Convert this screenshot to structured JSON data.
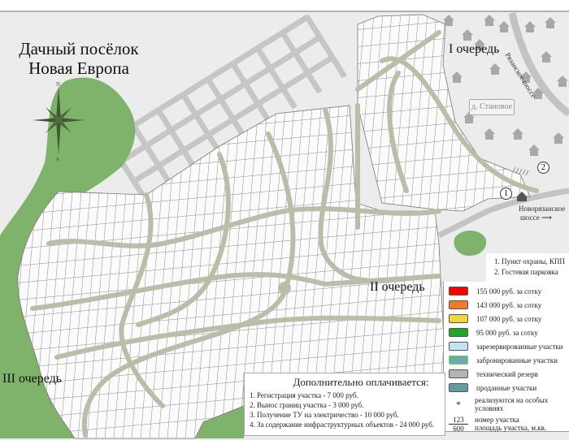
{
  "title": {
    "line1": "Дачный посёлок",
    "line2": "Новая Европа"
  },
  "compass": {
    "north": "N",
    "south": "S"
  },
  "queues": {
    "first": "I очередь",
    "second": "II очередь",
    "third": "III очередь"
  },
  "village": "д. Становое",
  "roads": {
    "ryazan": "Рязанское шоссе",
    "novoryazan_1": "Новорязанское",
    "novoryazan_2": "шоссе"
  },
  "markers": {
    "m1": "1",
    "m2": "2"
  },
  "notes": [
    "1. Пункт охраны, КПП",
    "2. Гостевая парковка"
  ],
  "legend": [
    {
      "label": "155 000 руб. за сотку",
      "color": "#ff0000"
    },
    {
      "label": "143 000 руб. за сотку",
      "color": "#f07a2a"
    },
    {
      "label": "107 000 руб. за сотку",
      "color": "#f1d53a"
    },
    {
      "label": "95 000 руб. за сотку",
      "color": "#22a52a"
    },
    {
      "label": "зарезервированные участки",
      "color": "#bfe3f7"
    },
    {
      "label": "забронированные участки",
      "color": "#6fa9a9"
    },
    {
      "label": "технический резерв",
      "color": "#b3b3b3"
    },
    {
      "label": "проданные участки",
      "color": "#5e9da0"
    }
  ],
  "legend_special": {
    "symbol": "*",
    "label": "реализуются на особых условиях"
  },
  "legend_number": {
    "num": "123",
    "area": "600",
    "label_num": "номер участка",
    "label_area": "площадь участка, м.кв."
  },
  "extra": {
    "heading": "Дополнительно оплачивается:",
    "items": [
      "1. Регистрация участка - 7 000 руб.",
      "2. Вынос границ участка - 3 000 руб.",
      "3. Получение ТУ на электричество - 10 000 руб.",
      "4. За содержание инфраструктурных объектов - 24 000 руб."
    ]
  },
  "colors": {
    "forest": "#7fb26a",
    "road": "#b9bea9",
    "grid": "#c4c4c4",
    "background": "#ececec"
  }
}
